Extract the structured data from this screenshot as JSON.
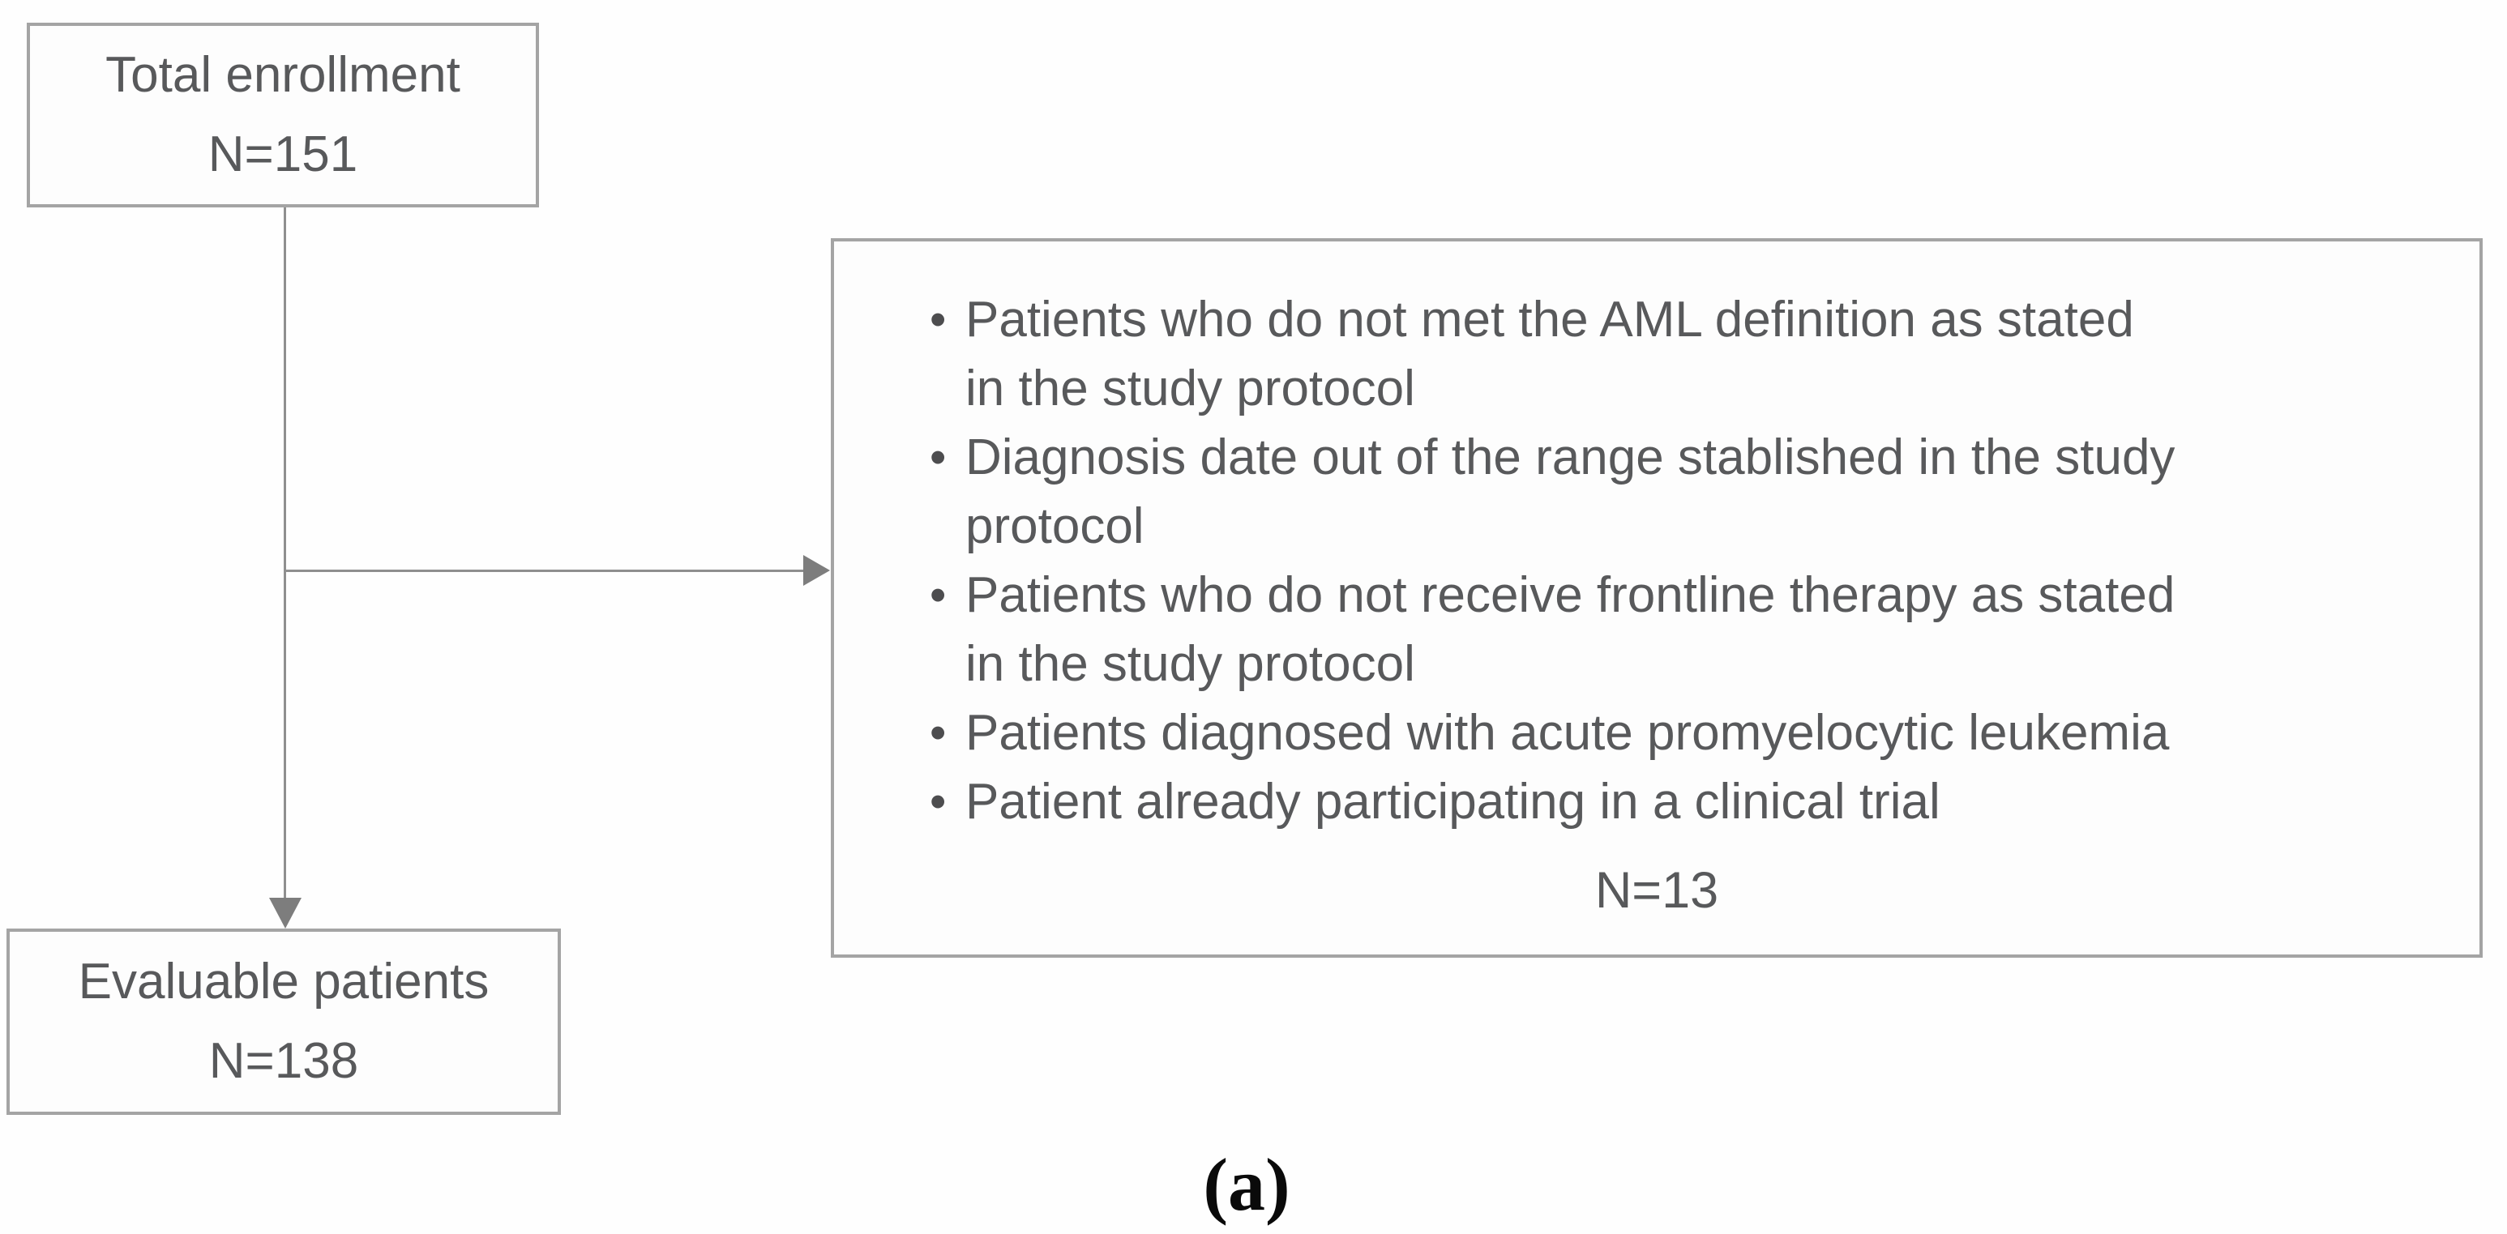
{
  "figure": {
    "caption": "(a)",
    "nodes": {
      "total": {
        "label": "Total enrollment",
        "count": "N=151"
      },
      "evaluable": {
        "label": "Evaluable patients",
        "count": "N=138"
      },
      "exclusions": {
        "bullets": [
          "Patients who do not met the AML definition as stated\nin the study protocol",
          "Diagnosis date out of the range stablished in the study\nprotocol",
          "Patients who do not receive frontline therapy as stated\nin the study protocol",
          "Patients diagnosed with acute promyelocytic leukemia",
          "Patient already participating in a clinical trial"
        ],
        "count": "N=13"
      }
    },
    "colors": {
      "box_border": "#a4a4a4",
      "text": "#58595b",
      "connector": "#8f8f8f",
      "caption_text": "#0a0a0a",
      "background": "#fefefe"
    }
  }
}
